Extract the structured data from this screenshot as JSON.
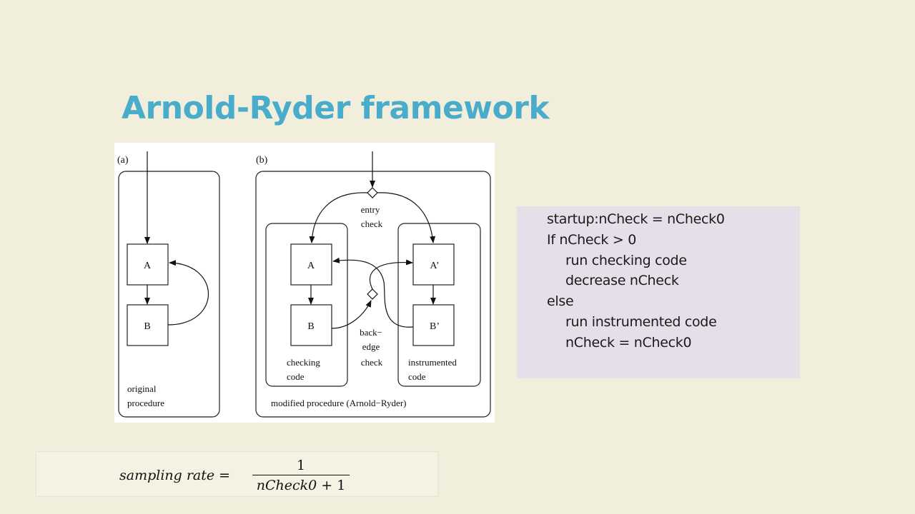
{
  "slide": {
    "title": "Arnold-Ryder framework"
  },
  "diagram": {
    "panel_a": {
      "label": "(a)",
      "node_a": "A",
      "node_b": "B",
      "caption_line1": "original",
      "caption_line2": "procedure"
    },
    "panel_b": {
      "label": "(b)",
      "entry_check_line1": "entry",
      "entry_check_line2": "check",
      "checking": {
        "node_a": "A",
        "node_b": "B",
        "caption_line1": "checking",
        "caption_line2": "code"
      },
      "instrumented": {
        "node_a": "A’",
        "node_b": "B’",
        "caption_line1": "instrumented",
        "caption_line2": "code"
      },
      "back_edge_line1": "back−",
      "back_edge_line2": "edge",
      "back_edge_line3": "check",
      "caption": "modified procedure (Arnold−Ryder)"
    }
  },
  "code": {
    "lines": [
      "startup:nCheck = nCheck0",
      "If nCheck > 0",
      "run checking code",
      "decrease nCheck",
      "else",
      "run instrumented code",
      "nCheck = nCheck0"
    ]
  },
  "formula": {
    "lhs": "sampling rate =",
    "numerator": "1",
    "denominator_var": "nCheck0",
    "denominator_rest": " + 1"
  }
}
